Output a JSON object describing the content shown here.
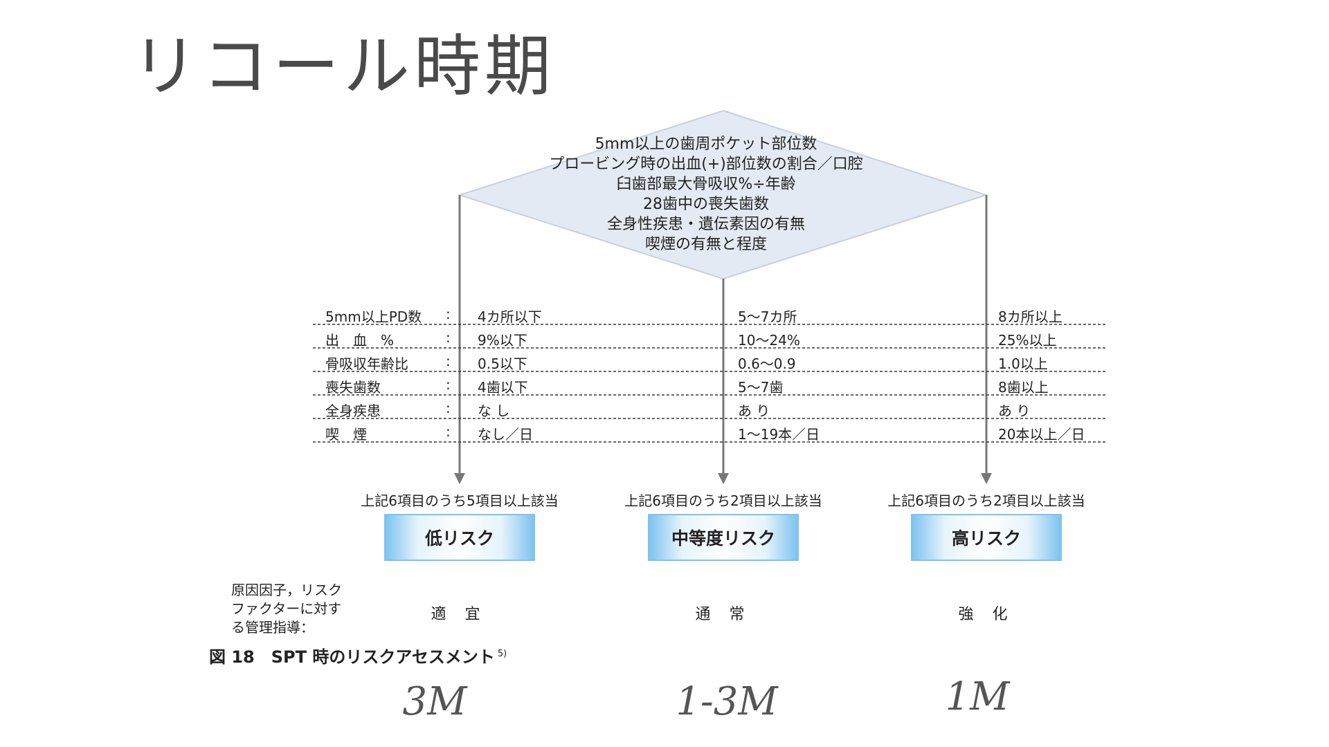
{
  "title": "リコール時期",
  "diamond": {
    "lines": [
      "5mm以上の歯周ポケット部位数",
      "プロービング時の出血(+)部位数の割合／口腔",
      "臼歯部最大骨吸収%÷年齢",
      "28歯中の喪失歯数",
      "全身性疾患・遺伝素因の有無",
      "喫煙の有無と程度"
    ]
  },
  "criteria": [
    {
      "label": "5mm以上PD数",
      "colon": ":",
      "low": "4カ所以下",
      "mid": "5〜7カ所",
      "high": "8カ所以上"
    },
    {
      "label": "出　血　%",
      "colon": ":",
      "low": "9%以下",
      "mid": "10〜24%",
      "high": "25%以上"
    },
    {
      "label": "骨吸収年齢比",
      "colon": ":",
      "low": "0.5以下",
      "mid": "0.6〜0.9",
      "high": "1.0以上"
    },
    {
      "label": "喪失歯数",
      "colon": ":",
      "low": "4歯以下",
      "mid": "5〜7歯",
      "high": "8歯以上"
    },
    {
      "label": "全身疾患",
      "colon": ":",
      "low": "な し",
      "mid": "あ り",
      "high": "あ り"
    },
    {
      "label": "喫　煙",
      "colon": ":",
      "low": "なし／日",
      "mid": "1〜19本／日",
      "high": "20本以上／日"
    }
  ],
  "conditions": {
    "low": "上記6項目のうち5項目以上該当",
    "mid": "上記6項目のうち2項目以上該当",
    "high": "上記6項目のうち2項目以上該当"
  },
  "risk_levels": {
    "low": "低リスク",
    "mid": "中等度リスク",
    "high": "高リスク"
  },
  "management": {
    "label_lines": [
      "原因因子，リスク",
      "ファクターに対す",
      "る管理指導："
    ],
    "low": "適 宜",
    "mid": "通 常",
    "high": "強 化"
  },
  "caption": {
    "text": "図 18　SPT 時のリスクアセスメント",
    "ref": "5)"
  },
  "recall": {
    "low": "3M",
    "mid": "1-3M",
    "high": "1M"
  },
  "colors": {
    "diamond_fill": "#e4eaf3",
    "arrow": "#777777",
    "box_accent": "#7ec3ee"
  }
}
